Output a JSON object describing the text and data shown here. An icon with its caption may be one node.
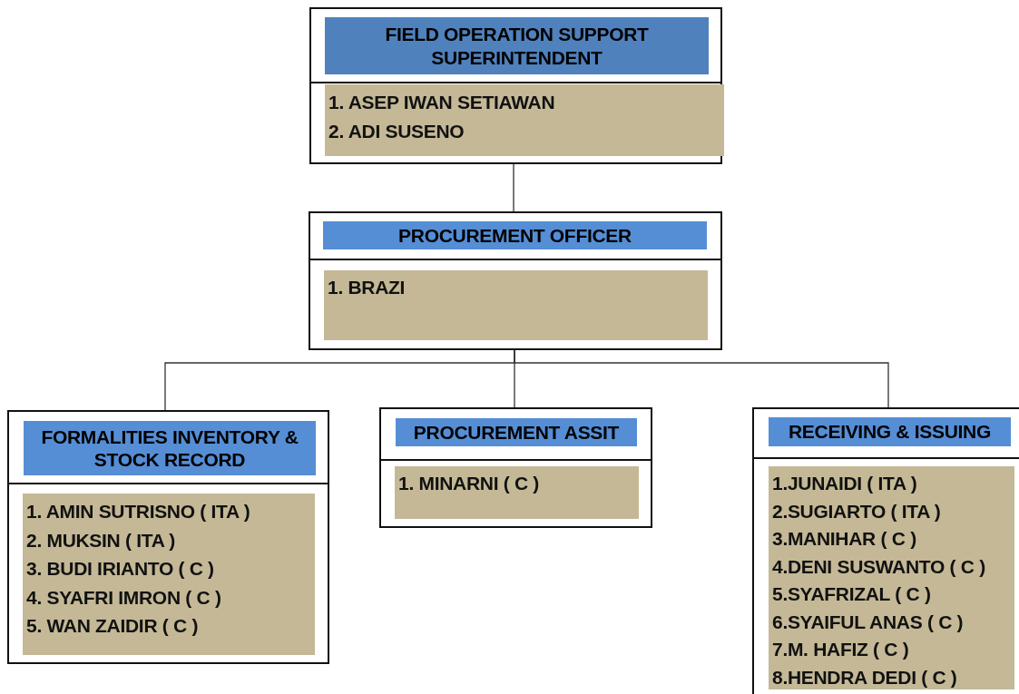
{
  "diagram": {
    "nodes": [
      {
        "text": [
          "FIELD OPERATION SUPPORT SUPERINTENDENT",
          "1. ASEP IWAN SETIAWAN",
          "2. ADI SUSENO"
        ]
      },
      {
        "text": [
          "PROCUREMENT OFFICER",
          "1. BRAZI"
        ]
      },
      {
        "text": [
          "FORMALITIES INVENTORY & STOCK RECORD",
          "1. AMIN SUTRISNO ( ITA )",
          "2. MUKSIN ( ITA )",
          "3. BUDI IRIANTO ( C )",
          "4. SYAFRI IMRON ( C )",
          "5. WAN ZAIDIR ( C )"
        ]
      },
      {
        "text": [
          "PROCUREMENT ASSIT",
          "1. MINARNI ( C )"
        ]
      },
      {
        "text": [
          "RECEIVING & ISSUING",
          "1.JUNAIDI ( ITA )",
          "2.SUGIARTO ( ITA )",
          "3.MANIHAR ( C )",
          "4.DENI SUSWANTO ( C )",
          "5.SYAFRIZAL ( C )",
          "6.SYAIFUL ANAS ( C )",
          "7.M. HAFIZ ( C )",
          "8.HENDRA DEDI ( C )"
        ]
      }
    ],
    "edges": [
      {
        "from": 0,
        "to": 1,
        "arrow": "none"
      },
      {
        "from": 1,
        "to": 2,
        "arrow": "none"
      },
      {
        "from": 1,
        "to": 3,
        "arrow": "none"
      },
      {
        "from": 1,
        "to": 4,
        "arrow": "none"
      }
    ]
  }
}
